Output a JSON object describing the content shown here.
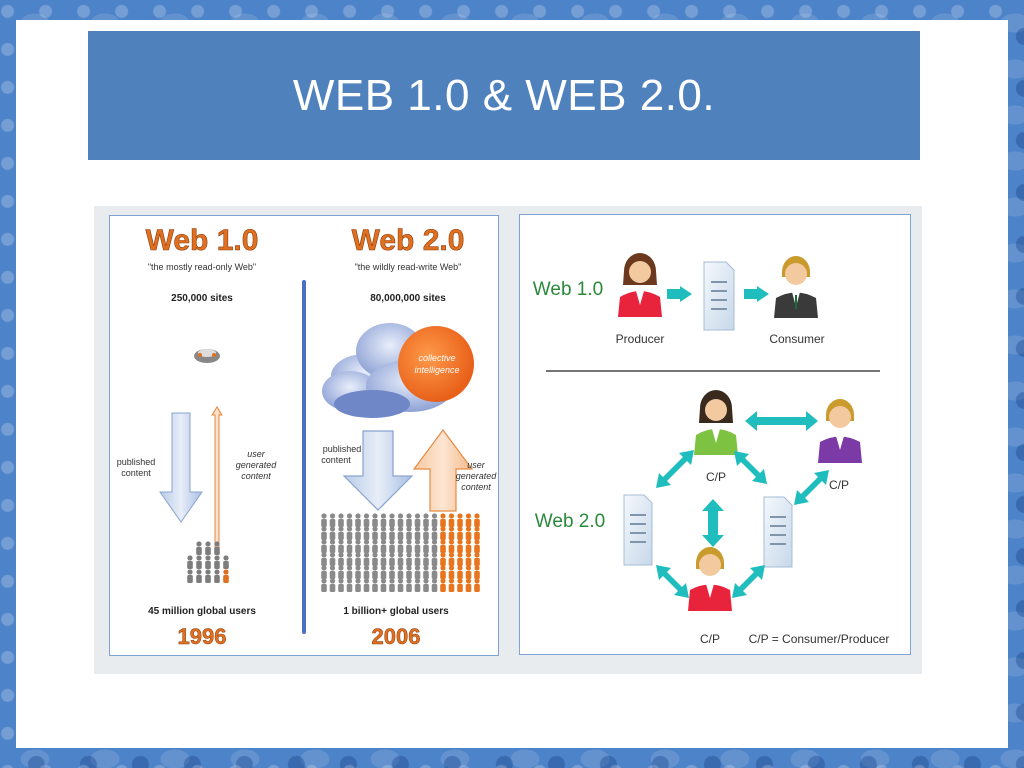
{
  "slide": {
    "title": "WEB 1.0 & WEB 2.0."
  },
  "left_panel": {
    "web1": {
      "heading": "Web 1.0",
      "tagline": "\"the mostly read-only Web\"",
      "sites": "250,000 sites",
      "published_label_1": "published",
      "published_label_2": "content",
      "user_label_1": "user",
      "user_label_2": "generated",
      "user_label_3": "content",
      "users": "45 million global users",
      "year": "1996"
    },
    "web2": {
      "heading": "Web 2.0",
      "tagline": "\"the wildly read-write Web\"",
      "sites": "80,000,000 sites",
      "cloud_label_1": "collective",
      "cloud_label_2": "intelligence",
      "published_label_1": "published",
      "published_label_2": "content",
      "user_label_1": "user",
      "user_label_2": "generated",
      "user_label_3": "content",
      "users": "1 billion+ global users",
      "year": "2006"
    }
  },
  "right_panel": {
    "web1_label": "Web 1.0",
    "producer_label": "Producer",
    "consumer_label": "Consumer",
    "web2_label": "Web 2.0",
    "cp_top": "C/P",
    "cp_right": "C/P",
    "cp_bottom": "C/P",
    "legend": "C/P = Consumer/Producer"
  },
  "colors": {
    "title_bar": "#4f81bd",
    "web1_orange": "#e07020",
    "arrow_teal": "#1fbdbd",
    "divider_blue": "#4a6fc4"
  }
}
